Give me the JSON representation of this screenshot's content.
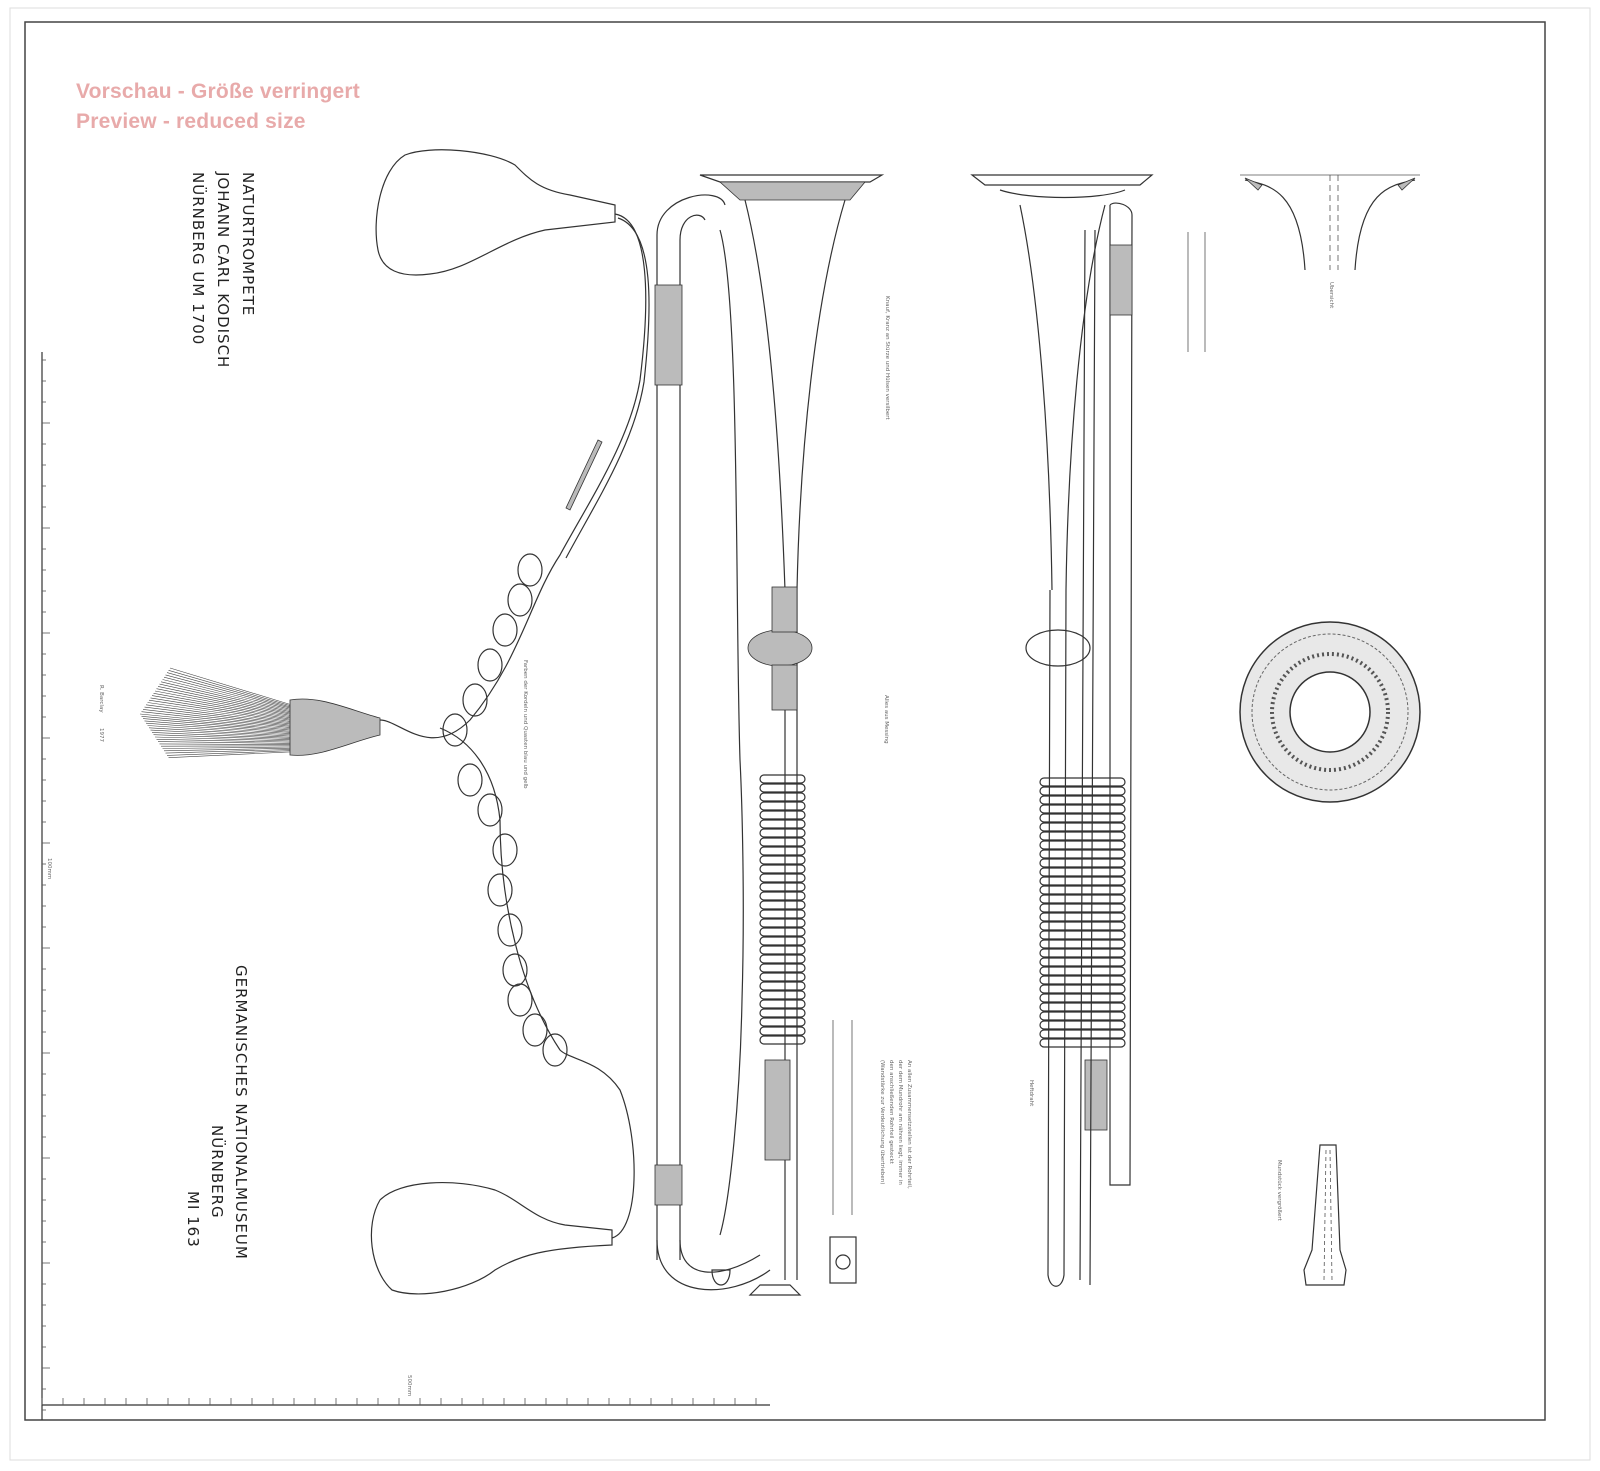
{
  "watermark": {
    "line1": "Vorschau - Größe verringert",
    "line2": "Preview - reduced size"
  },
  "title_block": {
    "line1": "NATURTROMPETE",
    "line2": "JOHANN  CARL  KODISCH",
    "line3": "NÜRNBERG   UM 1700"
  },
  "museum_block": {
    "line1": "GERMANISCHES   NATIONALMUSEUM",
    "line2": "NÜRNBERG",
    "line3": "MI 163"
  },
  "annotations": {
    "bell_note": "Knauf, Kranz an Stürze und Hülsen versilbert",
    "material_note": "Alles aus Messing",
    "cord_note": "Farben der Kordeln und Quasten blau und gelb",
    "draftsman": "R. Barclay",
    "year": "1977",
    "scale_vertical": "100mm",
    "scale_horizontal": "500mm",
    "wire_label": "Heftdraht",
    "section_label": "Ubersicht",
    "mouthpiece_note": "Mundstück vergrößert",
    "assembly_note_1": "An allen Zusammensetzstellen ist der Rohrteil,",
    "assembly_note_2": "der dem Mundrohr am nähren liegt, immer in",
    "assembly_note_3": "den anschließenden Rohrteil gesteckt",
    "assembly_note_4": "(Wandstärke zur Verdeutlichung übertrieben)"
  },
  "colors": {
    "watermark": "#e8aaaa",
    "ink": "#333333"
  }
}
